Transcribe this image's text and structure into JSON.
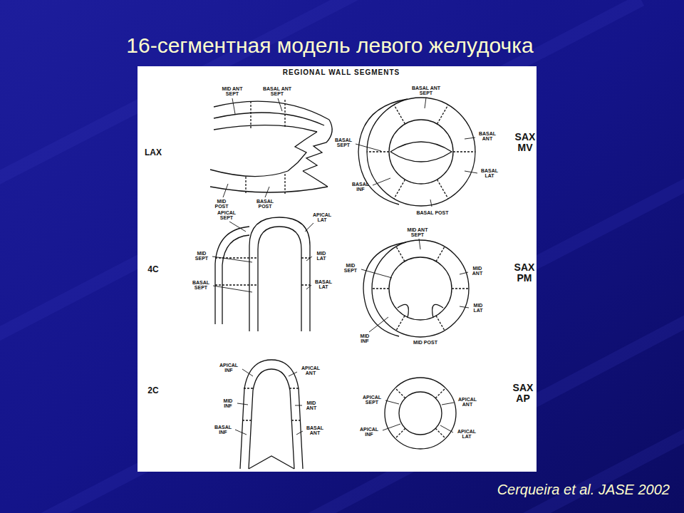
{
  "diagram": {
    "title": "16-сегментная модель левого желудочка",
    "caption": "Cerqueira et al.  JASE 2002",
    "nodes": [
      {
        "text": [
          "REGIONAL WALL SEGMENTS"
        ]
      }
    ],
    "labels": [
      "LAX",
      "MID ANT SEPT",
      "BASAL ANT SEPT",
      "MID POST",
      "BASAL POST",
      "BASAL ANT SEPT",
      "SAX MV",
      "BASAL SEPT",
      "BASAL ANT",
      "BASAL LAT",
      "BASAL INF",
      "BASAL POST",
      "4C",
      "APICAL SEPT",
      "APICAL LAT",
      "MID SEPT",
      "MID LAT",
      "BASAL SEPT",
      "BASAL LAT",
      "MID ANT SEPT",
      "SAX PM",
      "MID SEPT",
      "MID ANT",
      "MID LAT",
      "MID INF",
      "MID POST",
      "2C",
      "APICAL INF",
      "APICAL ANT",
      "MID INF",
      "MID ANT",
      "BASAL INF",
      "BASAL ANT",
      "APICAL SEPT",
      "SAX AP",
      "APICAL ANT",
      "APICAL INF",
      "APICAL LAT"
    ]
  }
}
